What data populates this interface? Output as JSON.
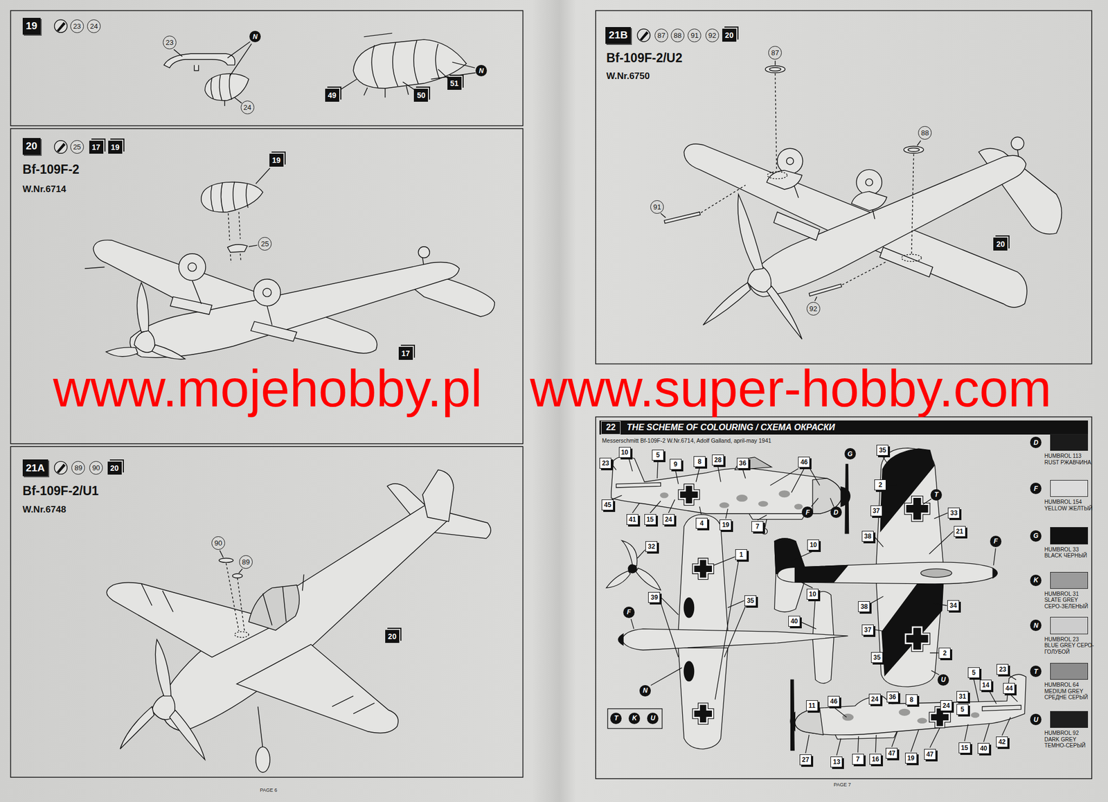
{
  "diagram": {
    "nodes": [
      {
        "text": [
          "19"
        ]
      },
      {
        "text": [
          "20"
        ]
      },
      {
        "text": [
          "21A"
        ]
      },
      {
        "text": [
          "21B"
        ]
      },
      {
        "text": [
          "THE SCHEME OF COLOURING / СХЕМА ОКРАСКИ"
        ]
      },
      {
        "text": [
          "22"
        ],
        "in": 4
      }
    ],
    "labels": [
      "23",
      "24",
      "23",
      "24",
      "N",
      "49",
      "50",
      "51",
      "N",
      "25",
      "17",
      "19",
      "Bf-109F-2",
      "W.Nr.6714",
      "19",
      "25",
      "17",
      "89",
      "90",
      "20",
      "Bf-109F-2/U1",
      "W.Nr.6748",
      "90",
      "89",
      "20",
      "87",
      "88",
      "91",
      "92",
      "20",
      "Bf-109F-2/U2",
      "W.Nr.6750",
      "87",
      "88",
      "91",
      "92",
      "20",
      "Messerschmitt Bf-109F-2 W.Nr.6714, Adolf Galland, april-may 1941",
      "10",
      "23",
      "5",
      "9",
      "8",
      "28",
      "36",
      "46",
      "45",
      "41",
      "15",
      "24",
      "4",
      "19",
      "7",
      "G",
      "F",
      "D",
      "35",
      "2",
      "37",
      "38",
      "33",
      "21",
      "10",
      "10",
      "35",
      "38",
      "37",
      "34",
      "2",
      "35",
      "T",
      "F",
      "U",
      "32",
      "1",
      "39",
      "40",
      "F",
      "N",
      "T",
      "K",
      "U",
      "5",
      "23",
      "11",
      "46",
      "24",
      "36",
      "8",
      "24",
      "31",
      "5",
      "14",
      "44",
      "27",
      "13",
      "7",
      "16",
      "47",
      "19",
      "47",
      "15",
      "40",
      "42",
      "D",
      "F",
      "G",
      "K",
      "N",
      "T",
      "U",
      "PAGE 6",
      "PAGE 7",
      "www.mojehobby.pl",
      "www.super-hobby.com"
    ],
    "legend": [
      {
        "text": "HUMBROL 113 RUST РЖАВЧИНА",
        "color": "#1b1b1b"
      },
      {
        "text": "HUMBROL 154 YELLOW ЖЕЛТЫЙ",
        "color": "#dcdcdc"
      },
      {
        "text": "HUMBROL 33 BLACK ЧЕРНЫЙ",
        "color": "#111111"
      },
      {
        "text": "HUMBROL 31 SLATE GREY СЕРО-ЗЕЛЕНЫЙ",
        "color": "#9b9b9b"
      },
      {
        "text": "HUMBROL 23 BLUE GREY СЕРО-ГОЛУБОЙ",
        "color": "#cdcdcd"
      },
      {
        "text": "HUMBROL 64 MEDIUM GREY СРЕДНЕ СЕРЫЙ",
        "color": "#8c8c8c"
      },
      {
        "text": "HUMBROL 92 DARK GREY ТЕМНО-СЕРЫЙ",
        "color": "#1e1e1e"
      }
    ]
  }
}
